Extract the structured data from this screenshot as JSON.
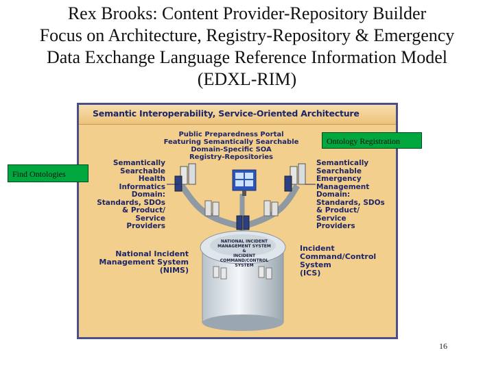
{
  "slide": {
    "title_lines": [
      "Rex Brooks: Content Provider-Repository Builder",
      "Focus on Architecture, Registry-Repository & Emergency",
      "Data Exchange Language Reference Information Model",
      "(EDXL-RIM)"
    ],
    "page_number": "16"
  },
  "diagram": {
    "title": "Semantic Interoperability, Service-Oriented Architecture",
    "portal_lines": [
      "Public Preparedness Portal",
      "Featuring Semantically Searchable",
      "Domain-Specific SOA",
      "Registry-Repositories"
    ],
    "health_lines": [
      "Semantically",
      "Searchable",
      "Health",
      "Informatics",
      "Domain:",
      "Standards, SDOs",
      "& Product/",
      "Service",
      "Providers"
    ],
    "emergency_lines": [
      "Semantically",
      "Searchable",
      "Emergency",
      "Management",
      "Domain:",
      "Standards, SDOs",
      "& Product/",
      "Service",
      "Providers"
    ],
    "nims_lines": [
      "National Incident",
      "Management System",
      "(NIMS)"
    ],
    "ics_lines": [
      "Incident",
      "Command/Control",
      "System",
      "(ICS)"
    ],
    "center_lines": [
      "NATIONAL INCIDENT",
      "MANAGEMENT SYSTEM",
      "&",
      "INCIDENT",
      "COMMAND/CONTROL",
      "SYSTEM"
    ]
  },
  "callouts": {
    "registration": "Ontology Registration",
    "find": "Find Ontologies"
  },
  "colors": {
    "callout_green": "#00a63e",
    "diagram_background": "#f2cf8d",
    "diagram_text": "#1d2566"
  }
}
